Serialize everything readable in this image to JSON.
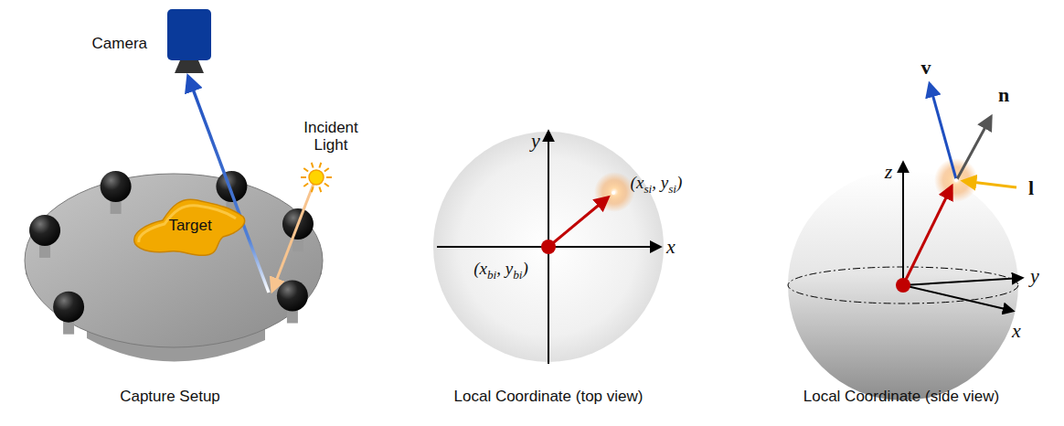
{
  "diagram": {
    "nodes": [
      {
        "text": [
          "Camera"
        ]
      },
      {
        "text": [
          "Target"
        ]
      }
    ],
    "labels": [
      "Incident Light",
      "y",
      "x",
      "(xsi, ysi)",
      "(xbi, ybi)",
      "z",
      "y",
      "x",
      "v",
      "n",
      "l",
      "Capture Setup",
      "Local Coordinate (top view)",
      "Local Coordinate (side view)"
    ]
  }
}
